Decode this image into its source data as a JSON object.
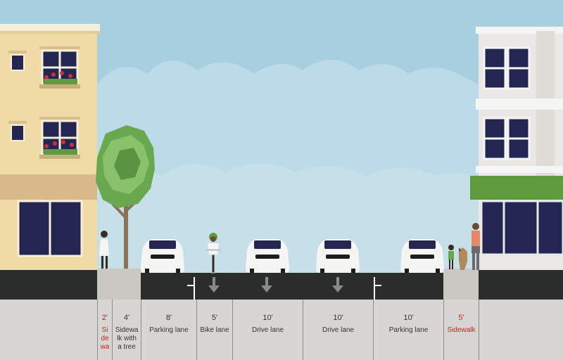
{
  "segments": [
    {
      "width": "2'",
      "name": "Si de wa",
      "warning": true
    },
    {
      "width": "4'",
      "name": "Sidewa lk with a tree",
      "warning": false
    },
    {
      "width": "8'",
      "name": "Parking lane",
      "warning": false
    },
    {
      "width": "5'",
      "name": "Bike lane",
      "warning": false
    },
    {
      "width": "10'",
      "name": "Drive lane",
      "warning": false
    },
    {
      "width": "10'",
      "name": "Drive lane",
      "warning": false
    },
    {
      "width": "10'",
      "name": "Parking lane",
      "warning": false
    },
    {
      "width": "5'",
      "name": "Sidewalk",
      "warning": true
    }
  ],
  "colors": {
    "sky": "#a8cfe0",
    "cloud": "#bcdbe8",
    "asphalt": "#2b2d2c",
    "curb": "#c9c7c2",
    "left_building": "#f0dba6",
    "right_building": "#e9e8e4",
    "awning_left": "#d9b98a",
    "awning_right": "#5e9a3e",
    "warning_text": "#cc1f1f"
  },
  "icons": [
    "tree",
    "car",
    "cyclist",
    "pedestrian",
    "dog",
    "child",
    "direction-arrow",
    "building",
    "window",
    "flower-box"
  ]
}
